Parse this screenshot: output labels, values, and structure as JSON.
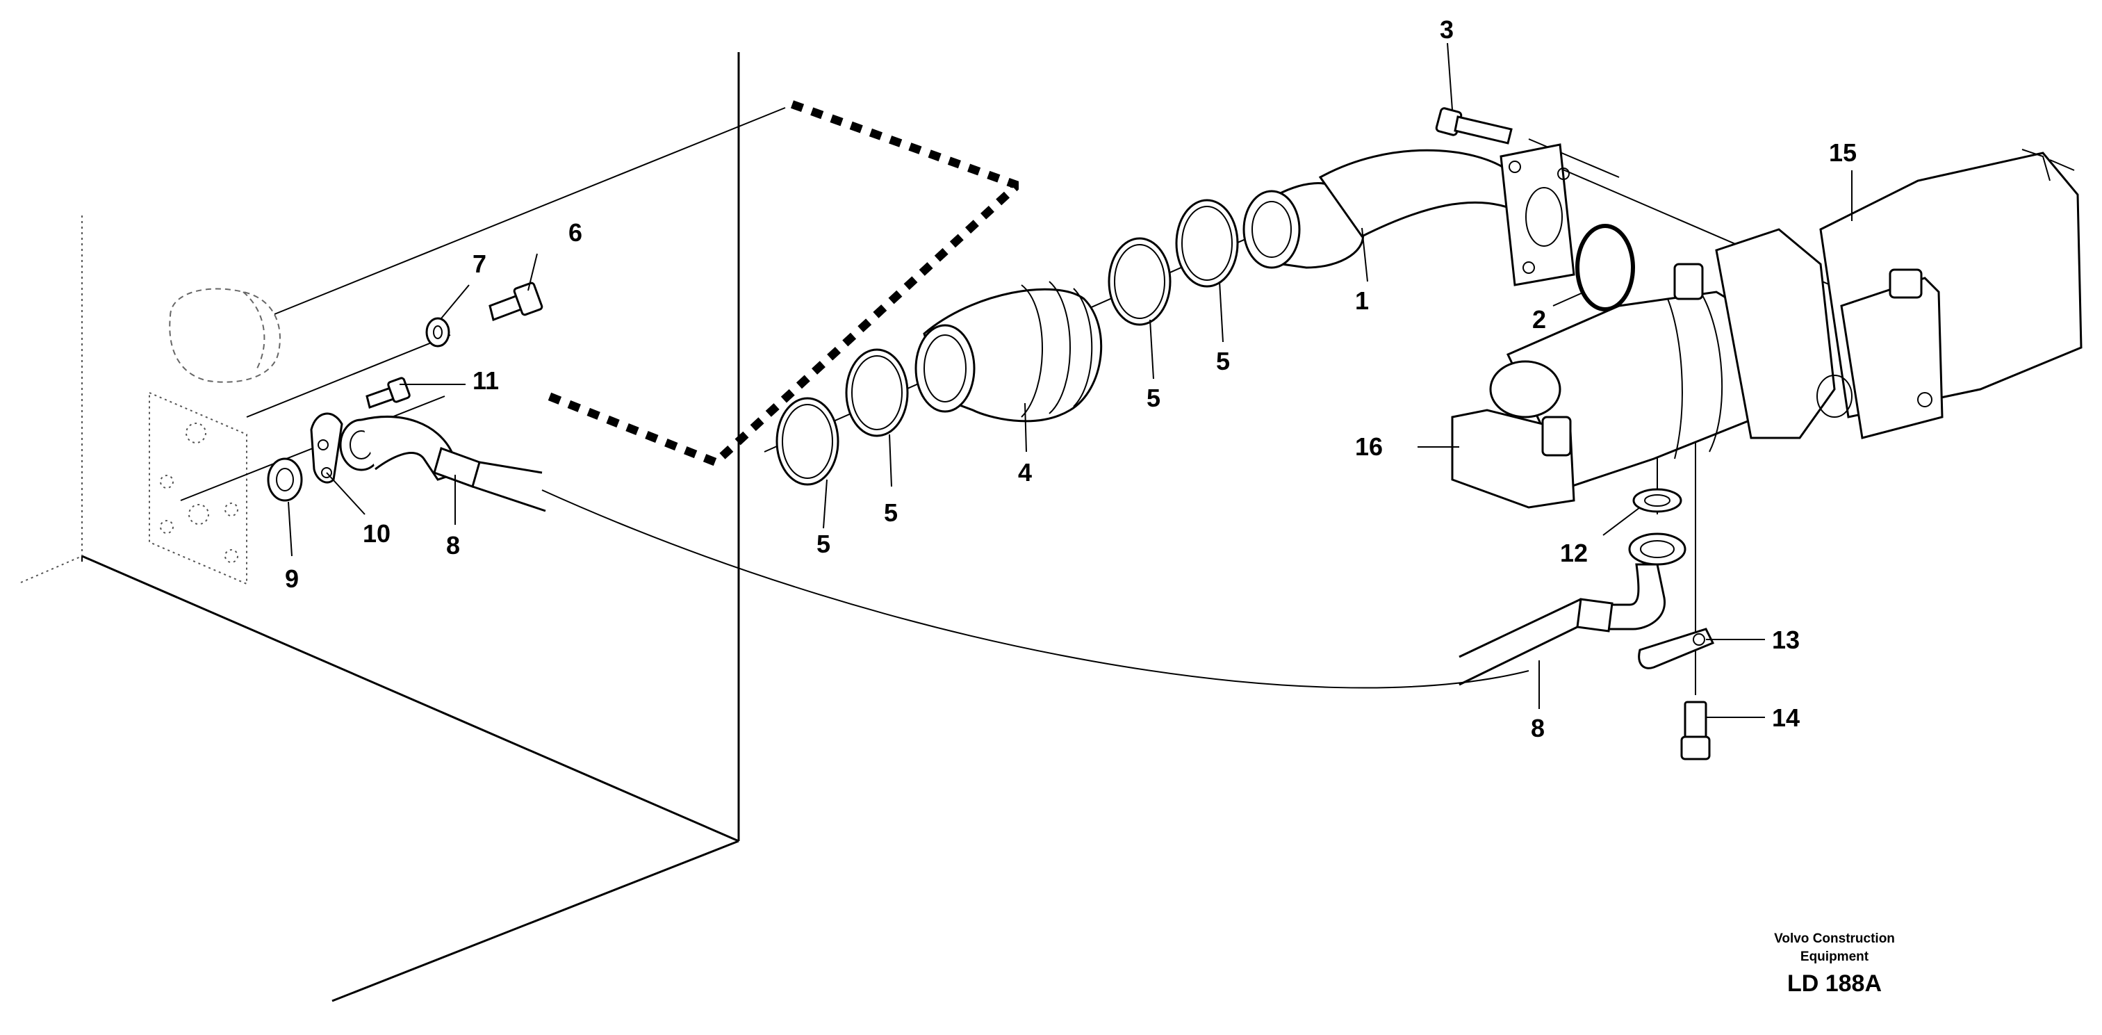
{
  "callouts": {
    "c1": "1",
    "c2": "2",
    "c3": "3",
    "c4": "4",
    "c5a": "5",
    "c5b": "5",
    "c5c": "5",
    "c5d": "5",
    "c6": "6",
    "c7": "7",
    "c8a": "8",
    "c8b": "8",
    "c9": "9",
    "c10": "10",
    "c11": "11",
    "c12": "12",
    "c13": "13",
    "c14": "14",
    "c15": "15",
    "c16": "16"
  },
  "credit": {
    "line1": "Volvo Construction",
    "line2": "Equipment"
  },
  "drawing_code": "LD 188A"
}
